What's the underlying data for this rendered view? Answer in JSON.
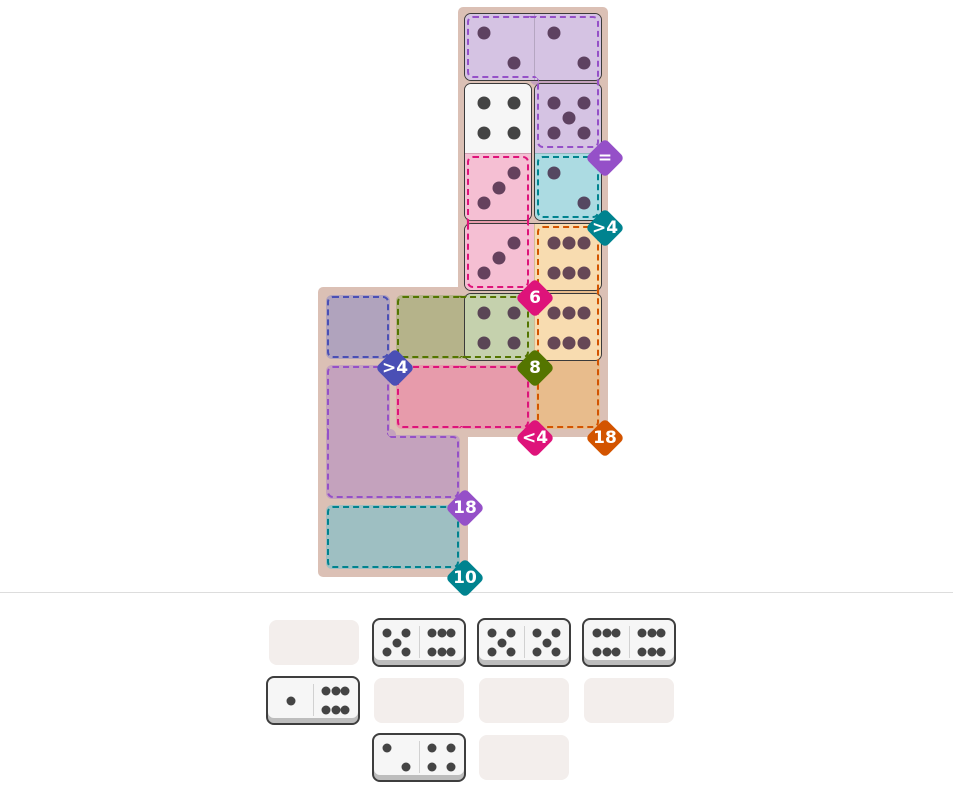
{
  "board": {
    "cells": [
      [
        0,
        2
      ],
      [
        0,
        3
      ],
      [
        1,
        2
      ],
      [
        1,
        3
      ],
      [
        2,
        2
      ],
      [
        2,
        3
      ],
      [
        3,
        2
      ],
      [
        3,
        3
      ],
      [
        4,
        0
      ],
      [
        4,
        1
      ],
      [
        4,
        2
      ],
      [
        4,
        3
      ],
      [
        5,
        0
      ],
      [
        5,
        1
      ],
      [
        5,
        2
      ],
      [
        5,
        3
      ],
      [
        6,
        0
      ],
      [
        6,
        1
      ],
      [
        7,
        0
      ],
      [
        7,
        1
      ]
    ],
    "regions": [
      {
        "name": "purple-top",
        "color": "#9550c8",
        "tint": "#d5c3e3",
        "empty_tint": "#c4a2bd",
        "cells": [
          [
            0,
            2
          ],
          [
            0,
            3
          ],
          [
            1,
            3
          ]
        ],
        "label": "=",
        "label_cell": [
          1,
          3
        ]
      },
      {
        "name": "teal-top",
        "color": "#00838f",
        "tint": "#acdbe2",
        "empty_tint": "#9ebfc2",
        "cells": [
          [
            2,
            3
          ]
        ],
        "label": ">4",
        "label_cell": [
          2,
          3
        ]
      },
      {
        "name": "pink-top",
        "color": "#de137a",
        "tint": "#f5bfd3",
        "empty_tint": "#e79bab",
        "cells": [
          [
            2,
            2
          ],
          [
            3,
            2
          ]
        ],
        "label": "6",
        "label_cell": [
          3,
          2
        ]
      },
      {
        "name": "orange",
        "color": "#d35400",
        "tint": "#f8dcb0",
        "empty_tint": "#e8bc8c",
        "cells": [
          [
            3,
            3
          ],
          [
            4,
            3
          ],
          [
            5,
            3
          ]
        ],
        "label": "18",
        "label_cell": [
          5,
          3
        ]
      },
      {
        "name": "navy",
        "color": "#4a4fb5",
        "tint": "#c9c6e6",
        "empty_tint": "#b0a3bd",
        "cells": [
          [
            4,
            0
          ]
        ],
        "label": ">4",
        "label_cell": [
          4,
          0
        ]
      },
      {
        "name": "olive",
        "color": "#547500",
        "tint": "#c5d1ad",
        "empty_tint": "#b5b38a",
        "cells": [
          [
            4,
            1
          ],
          [
            4,
            2
          ]
        ],
        "label": "8",
        "label_cell": [
          4,
          2
        ]
      },
      {
        "name": "pink-mid",
        "color": "#de137a",
        "tint": "#f5bfd3",
        "empty_tint": "#e79bab",
        "cells": [
          [
            5,
            1
          ],
          [
            5,
            2
          ]
        ],
        "label": "<4",
        "label_cell": [
          5,
          2
        ]
      },
      {
        "name": "purple-low",
        "color": "#9550c8",
        "tint": "#d5c3e3",
        "empty_tint": "#c4a2bd",
        "cells": [
          [
            5,
            0
          ],
          [
            6,
            0
          ],
          [
            6,
            1
          ]
        ],
        "label": "18",
        "label_cell": [
          6,
          1
        ]
      },
      {
        "name": "teal-low",
        "color": "#00838f",
        "tint": "#acdbe2",
        "empty_tint": "#9ebfc2",
        "cells": [
          [
            7,
            0
          ],
          [
            7,
            1
          ]
        ],
        "label": "10",
        "label_cell": [
          7,
          1
        ]
      }
    ],
    "placed": [
      {
        "cells": [
          [
            0,
            2
          ],
          [
            0,
            3
          ]
        ],
        "values": [
          2,
          2
        ]
      },
      {
        "cells": [
          [
            1,
            2
          ],
          [
            2,
            2
          ]
        ],
        "values": [
          4,
          3
        ]
      },
      {
        "cells": [
          [
            1,
            3
          ],
          [
            2,
            3
          ]
        ],
        "values": [
          5,
          2
        ]
      },
      {
        "cells": [
          [
            3,
            2
          ],
          [
            3,
            3
          ]
        ],
        "values": [
          3,
          6
        ]
      },
      {
        "cells": [
          [
            4,
            2
          ],
          [
            4,
            3
          ]
        ],
        "values": [
          4,
          6
        ]
      }
    ]
  },
  "tray": {
    "slots": [
      {
        "row": 0,
        "col": 0,
        "state": "empty"
      },
      {
        "row": 0,
        "col": 1,
        "state": "domino",
        "values": [
          5,
          6
        ]
      },
      {
        "row": 0,
        "col": 2,
        "state": "domino",
        "values": [
          5,
          5
        ]
      },
      {
        "row": 0,
        "col": 3,
        "state": "domino",
        "values": [
          6,
          6
        ]
      },
      {
        "row": 1,
        "col": 0,
        "state": "domino",
        "values": [
          1,
          6
        ]
      },
      {
        "row": 1,
        "col": 1,
        "state": "empty"
      },
      {
        "row": 1,
        "col": 2,
        "state": "empty"
      },
      {
        "row": 1,
        "col": 3,
        "state": "empty"
      },
      {
        "row": 2,
        "col": 1,
        "state": "domino",
        "values": [
          2,
          4
        ]
      },
      {
        "row": 2,
        "col": 2,
        "state": "empty"
      }
    ]
  }
}
